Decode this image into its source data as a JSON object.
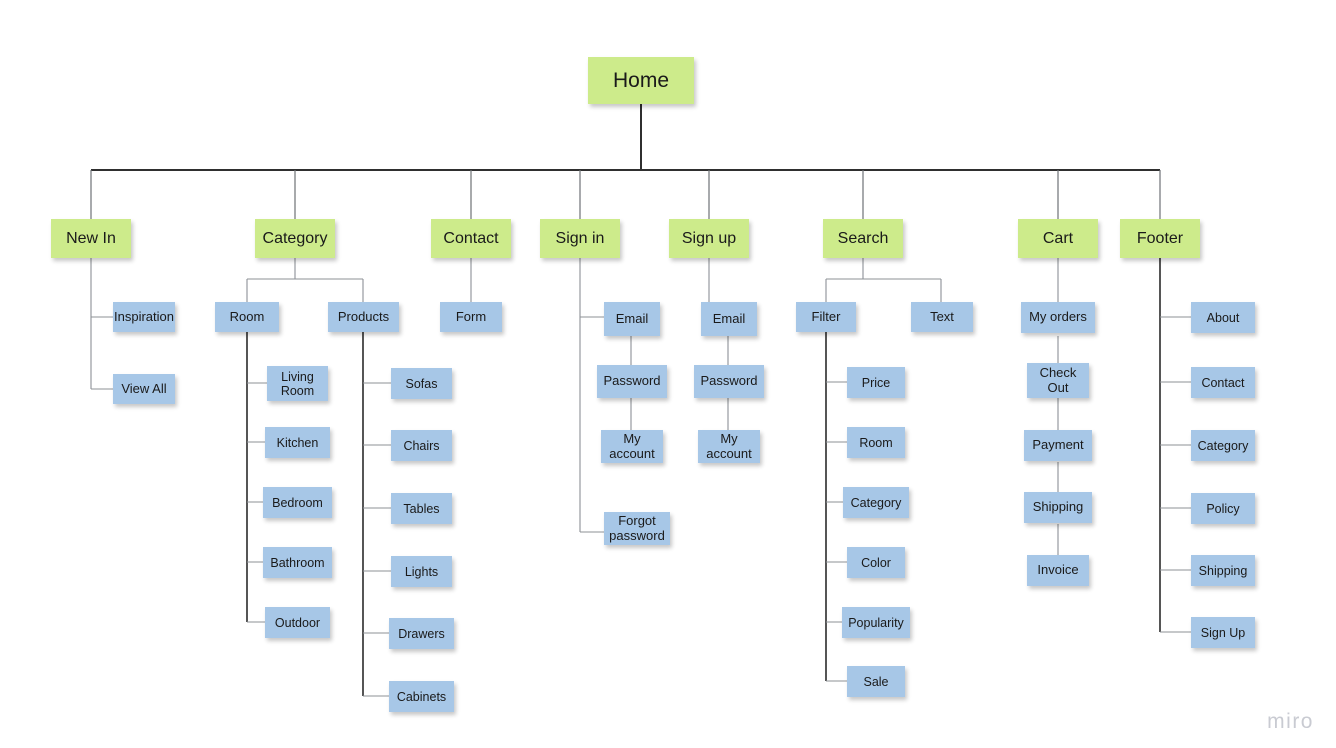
{
  "meta": {
    "watermark": "miro",
    "colors": {
      "root_fill": "#cdeb8b",
      "level1_fill": "#cdeb8b",
      "leaf_fill": "#a7c7e7",
      "connector": "#8d9196",
      "connector_dark": "#2b2b2b",
      "text": "#1a1a1a",
      "background": "#ffffff",
      "watermark": "#c9cbd2"
    }
  },
  "root": {
    "label": "Home"
  },
  "branches": [
    {
      "id": "new-in",
      "label": "New In",
      "children": [
        {
          "label": "Inspiration"
        },
        {
          "label": "View All"
        }
      ]
    },
    {
      "id": "category",
      "label": "Category",
      "children": [
        {
          "label": "Room",
          "children": [
            {
              "label": "Living\nRoom"
            },
            {
              "label": "Kitchen"
            },
            {
              "label": "Bedroom"
            },
            {
              "label": "Bathroom"
            },
            {
              "label": "Outdoor"
            }
          ]
        },
        {
          "label": "Products",
          "children": [
            {
              "label": "Sofas"
            },
            {
              "label": "Chairs"
            },
            {
              "label": "Tables"
            },
            {
              "label": "Lights"
            },
            {
              "label": "Drawers"
            },
            {
              "label": "Cabinets"
            }
          ]
        }
      ]
    },
    {
      "id": "contact",
      "label": "Contact",
      "children": [
        {
          "label": "Form"
        }
      ]
    },
    {
      "id": "sign-in",
      "label": "Sign in",
      "children": [
        {
          "label": "Email"
        },
        {
          "label": "Password"
        },
        {
          "label": "My\naccount"
        },
        {
          "label": "Forgot\npassword"
        }
      ]
    },
    {
      "id": "sign-up",
      "label": "Sign up",
      "children": [
        {
          "label": "Email"
        },
        {
          "label": "Password"
        },
        {
          "label": "My\naccount"
        }
      ]
    },
    {
      "id": "search",
      "label": "Search",
      "children": [
        {
          "label": "Filter",
          "children": [
            {
              "label": "Price"
            },
            {
              "label": "Room"
            },
            {
              "label": "Category"
            },
            {
              "label": "Color"
            },
            {
              "label": "Popularity"
            },
            {
              "label": "Sale"
            }
          ]
        },
        {
          "label": "Text"
        }
      ]
    },
    {
      "id": "cart",
      "label": "Cart",
      "children": [
        {
          "label": "My orders"
        },
        {
          "label": "Check\nOut"
        },
        {
          "label": "Payment"
        },
        {
          "label": "Shipping"
        },
        {
          "label": "Invoice"
        }
      ]
    },
    {
      "id": "footer",
      "label": "Footer",
      "children": [
        {
          "label": "About"
        },
        {
          "label": "Contact"
        },
        {
          "label": "Category"
        },
        {
          "label": "Policy"
        },
        {
          "label": "Shipping"
        },
        {
          "label": "Sign Up"
        }
      ]
    }
  ]
}
